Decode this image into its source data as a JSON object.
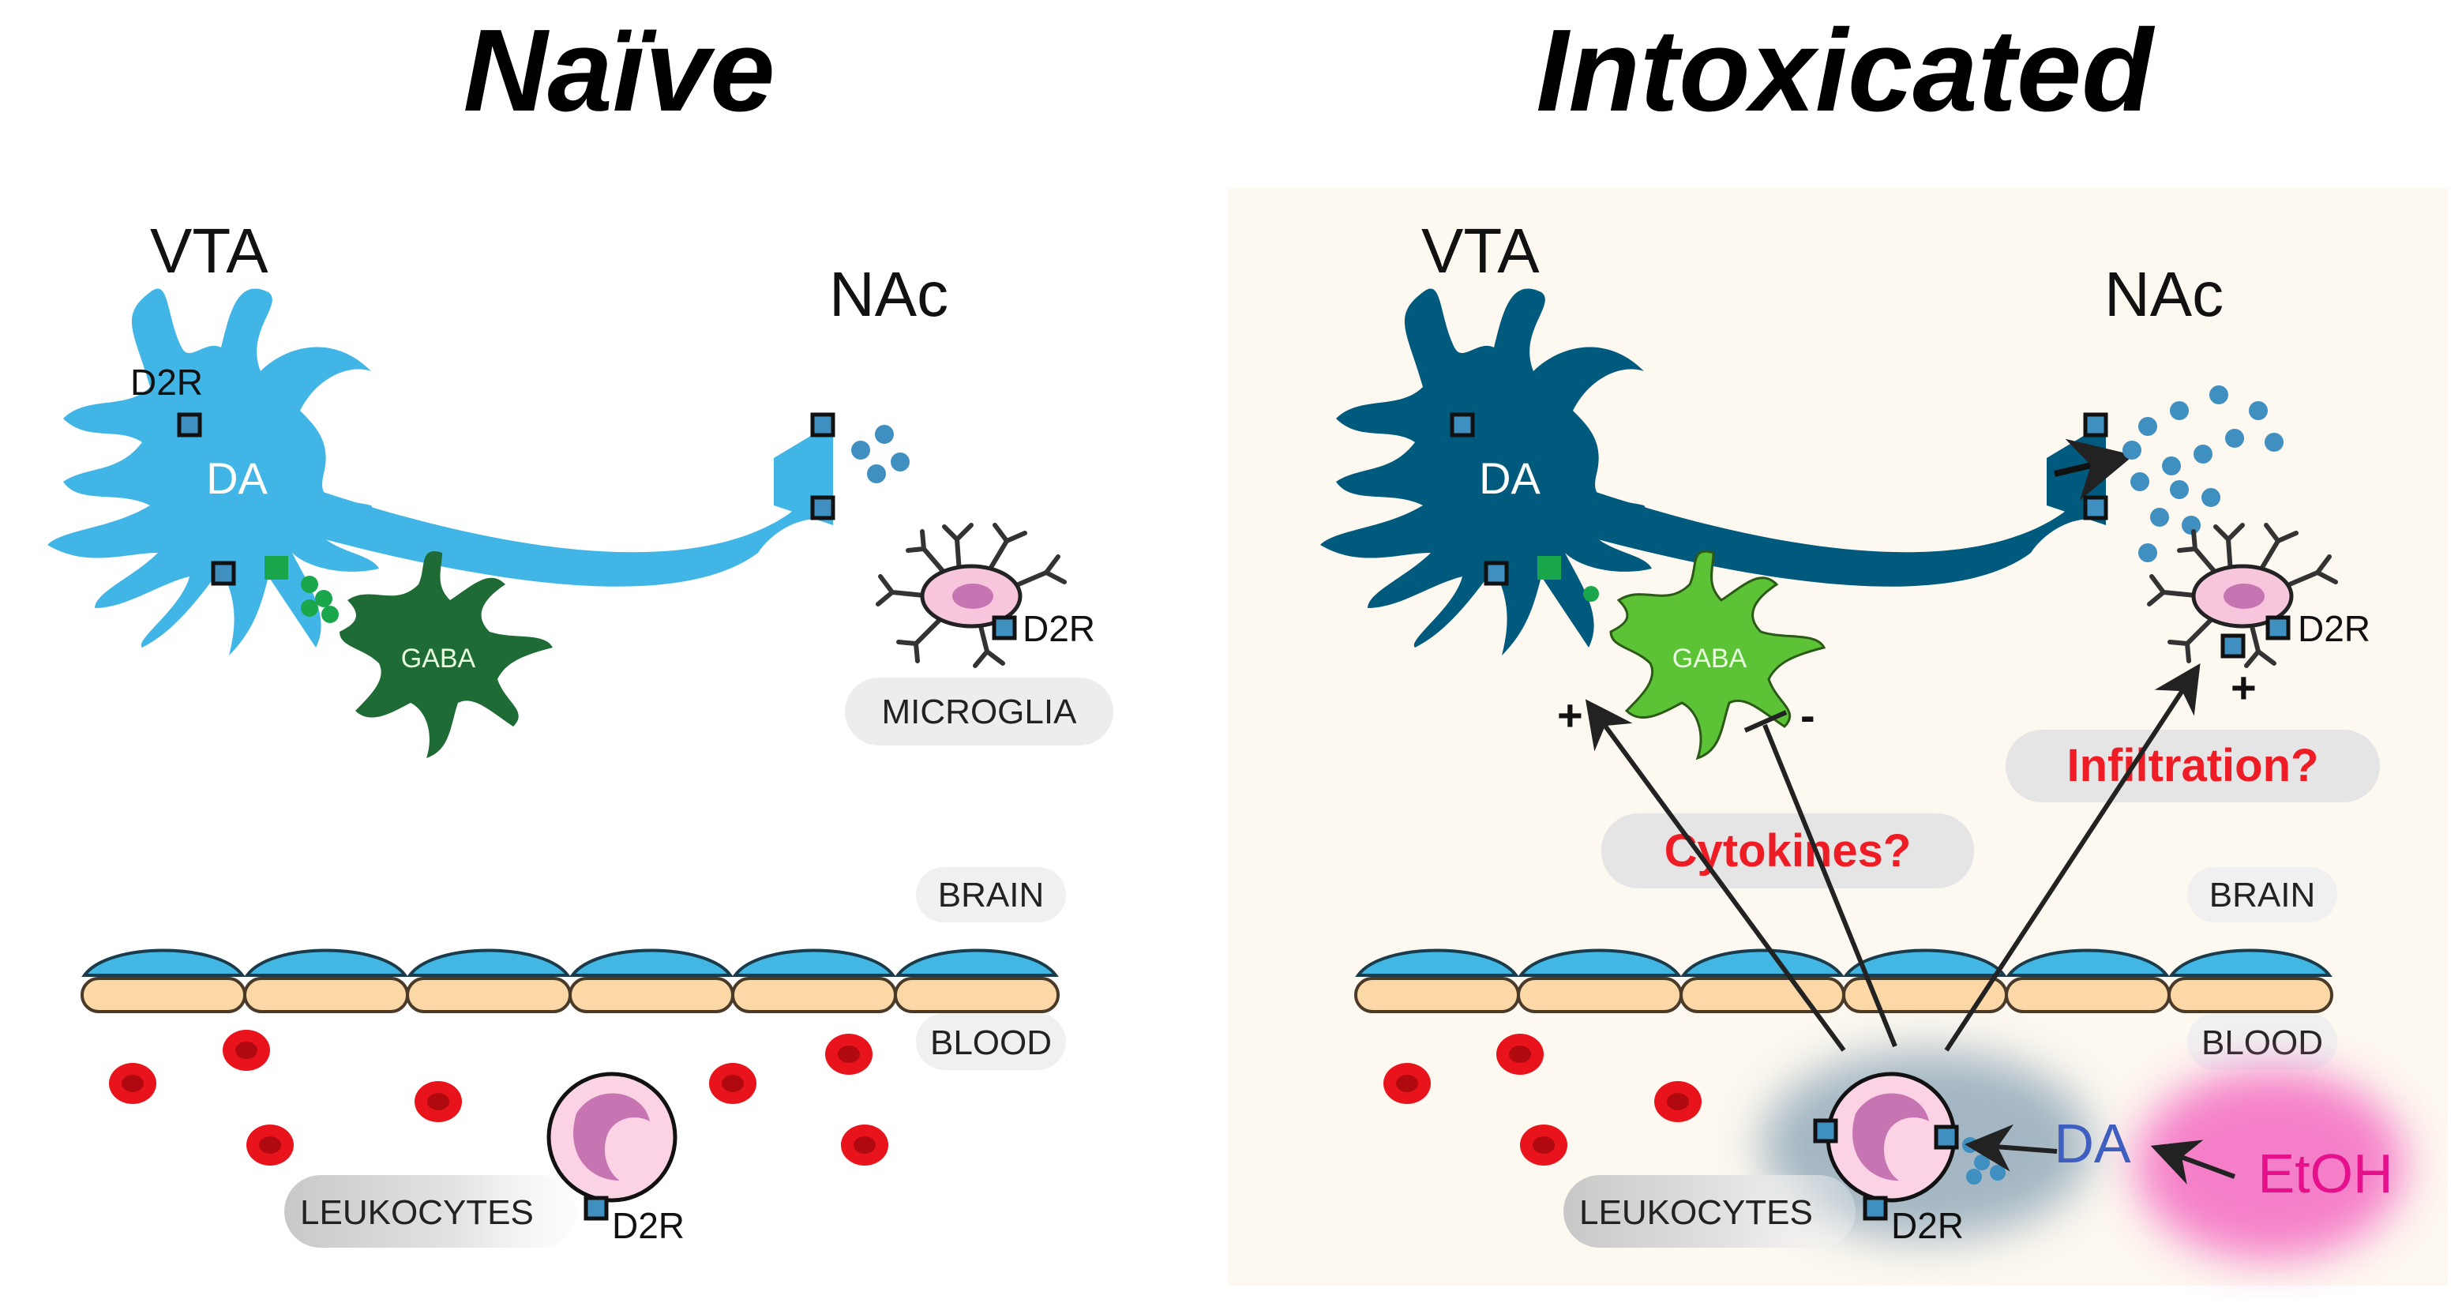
{
  "panels": {
    "naive": {
      "title": "Naïve",
      "vta": "VTA",
      "nac": "NAc",
      "da_label": "DA",
      "gaba_label": "GABA",
      "d2r_top": "D2R",
      "d2r_microglia": "D2R",
      "d2r_leukocyte": "D2R",
      "microglia": "MICROGLIA",
      "brain": "BRAIN",
      "blood": "BLOOD",
      "leukocytes": "LEUKOCYTES"
    },
    "intoxicated": {
      "title": "Intoxicated",
      "vta": "VTA",
      "nac": "NAc",
      "da_label": "DA",
      "gaba_label": "GABA",
      "d2r_microglia": "D2R",
      "d2r_leukocyte": "D2R",
      "brain": "BRAIN",
      "blood": "BLOOD",
      "leukocytes": "LEUKOCYTES",
      "cytokines": "Cytokines?",
      "infiltration": "Infiltration?",
      "plus_left": "+",
      "minus": "-",
      "plus_right": "+",
      "da_released": "DA",
      "etoh": "EtOH"
    }
  },
  "colors": {
    "da_neuron_naive": "#41b6e6",
    "da_neuron_intox": "#005a7d",
    "gaba_naive": "#1e6b35",
    "gaba_intox": "#5cc236",
    "endothelium_top": "#43b7e3",
    "endothelium_bottom": "#fbd8a5",
    "rbc": "#e8131b",
    "microglia_body": "#f7c6dc",
    "leukocyte_nucleus": "#c774b3",
    "receptor": "#3f8fc0",
    "dopamine_dot": "#3f8fc0",
    "gaba_dot": "#1aa64b",
    "intox_background": "#fdf8f0",
    "red_text": "#ee1c24",
    "etoh_text": "#e60f8c",
    "da_text": "#3f5fc0"
  },
  "icons": [
    "dopamine-neuron-icon",
    "gaba-neuron-icon",
    "microglia-icon",
    "leukocyte-icon",
    "red-blood-cell-icon",
    "endothelial-cell-icon",
    "d2-receptor-icon"
  ]
}
